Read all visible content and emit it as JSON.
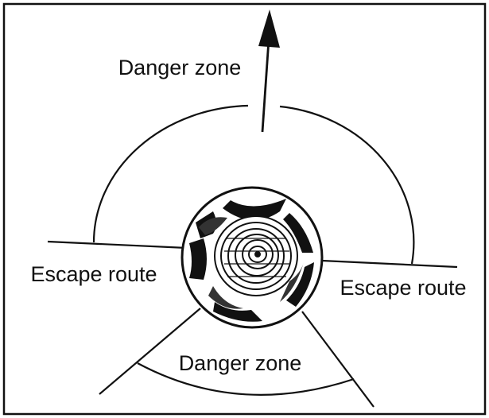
{
  "labels": {
    "danger_zone_top": "Danger zone",
    "danger_zone_bottom": "Danger zone",
    "escape_route_left": "Escape route",
    "escape_route_right": "Escape route"
  },
  "colors": {
    "line": "#111111",
    "background": "#ffffff"
  }
}
